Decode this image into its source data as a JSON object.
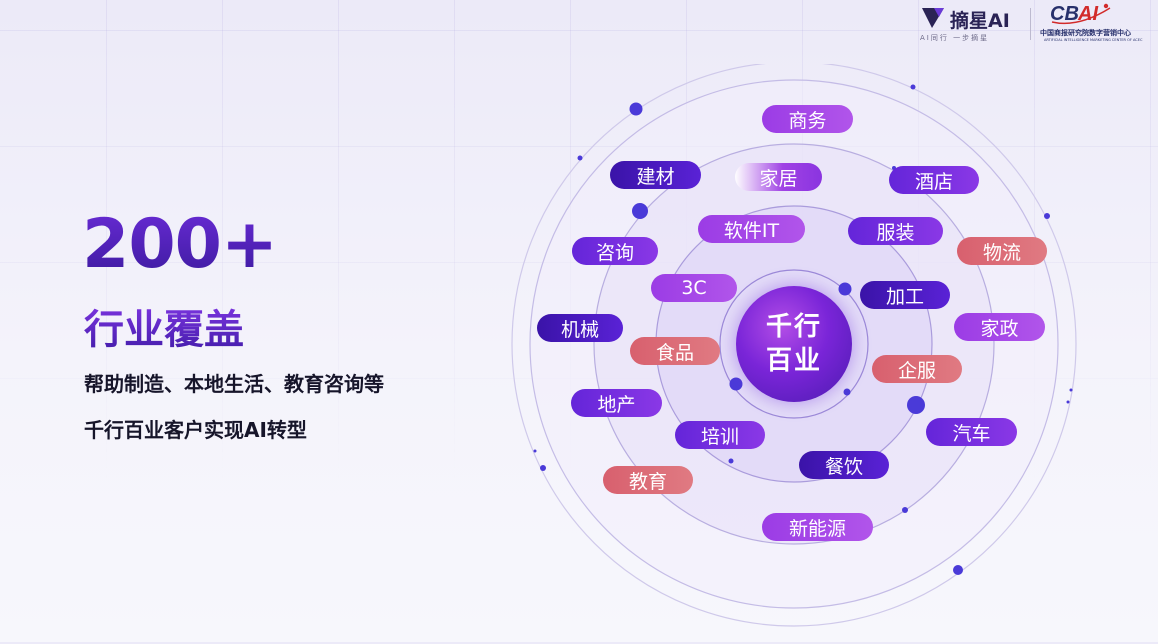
{
  "header": {
    "brand_name": "摘星AI",
    "brand_slogan": "AI同行 一步摘星",
    "partner_cn": "中国商报研究院数字营销中心",
    "partner_en": "ARTIFICIAL INTELLIGENCE MARKETING CENTER OF ACEC"
  },
  "hero": {
    "number": "200+",
    "headline": "行业覆盖",
    "line1": "帮助制造、本地生活、教育咨询等",
    "line2": "千行百业客户实现AI转型"
  },
  "diagram": {
    "center_line1": "千行",
    "center_line2": "百业",
    "tags": [
      "商务",
      "建材",
      "家居",
      "酒店",
      "软件IT",
      "服装",
      "咨询",
      "物流",
      "3C",
      "加工",
      "机械",
      "家政",
      "食品",
      "企服",
      "地产",
      "汽车",
      "培训",
      "餐饮",
      "教育",
      "新能源"
    ]
  },
  "colors": {
    "primary": "#5a22d6",
    "dark_purple": "#3a13a8",
    "light_purple": "#b155ea",
    "pink": "#e07a82",
    "text": "#16152a"
  }
}
